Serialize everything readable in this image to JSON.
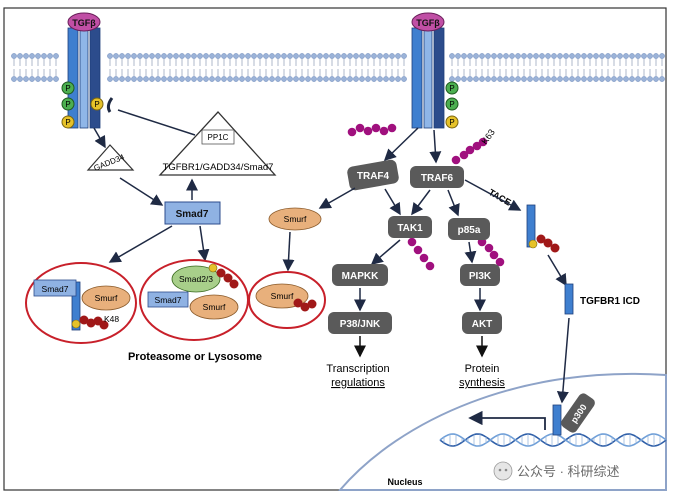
{
  "receptor_left_label": "TGFβ",
  "receptor_right_label": "TGFβ",
  "phospho_label": "P",
  "pp1c": "PP1C",
  "complex": "TGFBR1/GADD34/Smad7",
  "gadd34": "GADD34",
  "smad7": "Smad7",
  "smurf": "Smurf",
  "smad23": "Smad2/3",
  "k48": "K48",
  "proteasome": "Proteasome or Lysosome",
  "traf4": "TRAF4",
  "traf6": "TRAF6",
  "k63": "K63",
  "tace": "TACE",
  "tak1": "TAK1",
  "p85a": "p85a",
  "mapkk": "MAPKK",
  "pi3k": "PI3K",
  "p38jnk": "P38/JNK",
  "akt": "AKT",
  "transcription_line1": "Transcription",
  "transcription_line2": "regulations",
  "protein_line1": "Protein",
  "protein_line2": "synthesis",
  "tgfbr1_icd": "TGFBR1 ICD",
  "p300": "p300",
  "nucleus": "Nucleus",
  "watermark": "公众号 · 科研综述",
  "colors": {
    "node_gray": "#5a5a5a",
    "smad7_blue": "#8fb2e3",
    "smurf_orange": "#e8b07c",
    "smad23_green": "#a8cf8a",
    "ubiquitin_red": "#a01818",
    "k63_purple": "#a0107e",
    "receptor_blue": "#3f7fcf",
    "ring_red": "#c8202a",
    "membrane_blue": "#9bb3d8"
  }
}
